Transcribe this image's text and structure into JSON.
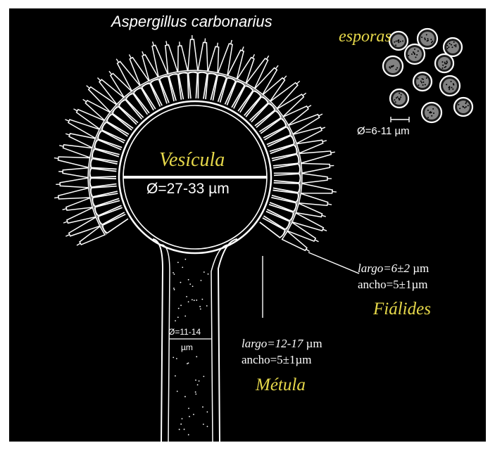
{
  "title": "Aspergillus carbonarius",
  "spores": {
    "label": "esporas",
    "diameter": "Ø=6-11 µm"
  },
  "vesicle": {
    "label": "Vesícula",
    "diameter": "Ø=27-33 µm"
  },
  "phialides": {
    "label": "Fiálides",
    "length_prefix": "largo=6±2",
    "length_unit": " µm",
    "width": "ancho=5±1µm"
  },
  "metulae": {
    "label": "Métula",
    "length_prefix": "largo=12-17",
    "length_unit": " µm",
    "width": "ancho=5±1µm"
  },
  "stipe": {
    "diameter_line1": "Ø=11-14",
    "diameter_line2": "µm"
  },
  "colors": {
    "background": "#000000",
    "line": "#ffffff",
    "accent": "#e6d84a"
  }
}
